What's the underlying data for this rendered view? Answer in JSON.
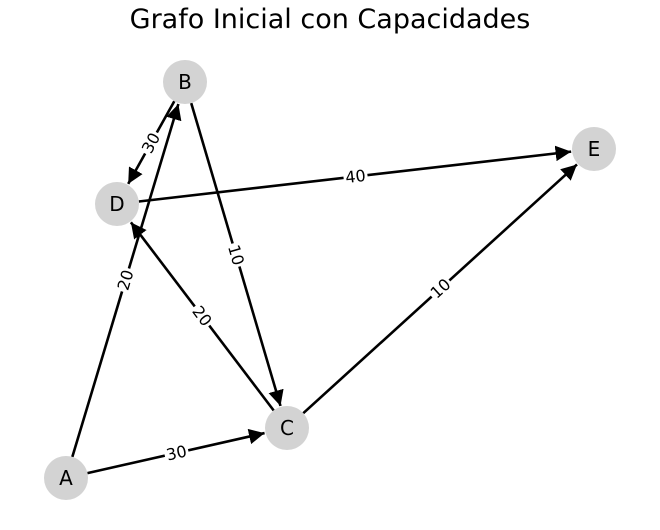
{
  "title": "Grafo Inicial con Capacidades",
  "graph": {
    "nodes": [
      {
        "id": "A",
        "label": "A"
      },
      {
        "id": "B",
        "label": "B"
      },
      {
        "id": "C",
        "label": "C"
      },
      {
        "id": "D",
        "label": "D"
      },
      {
        "id": "E",
        "label": "E"
      }
    ],
    "edges": [
      {
        "from": "A",
        "to": "B",
        "capacity": "20"
      },
      {
        "from": "A",
        "to": "C",
        "capacity": "30"
      },
      {
        "from": "B",
        "to": "C",
        "capacity": "10"
      },
      {
        "from": "B",
        "to": "D",
        "capacity": "30"
      },
      {
        "from": "C",
        "to": "D",
        "capacity": "20"
      },
      {
        "from": "C",
        "to": "E",
        "capacity": "10"
      },
      {
        "from": "D",
        "to": "E",
        "capacity": "40"
      }
    ]
  },
  "colors": {
    "node_fill": "#d3d3d3",
    "edge": "#000000",
    "background": "#ffffff"
  }
}
